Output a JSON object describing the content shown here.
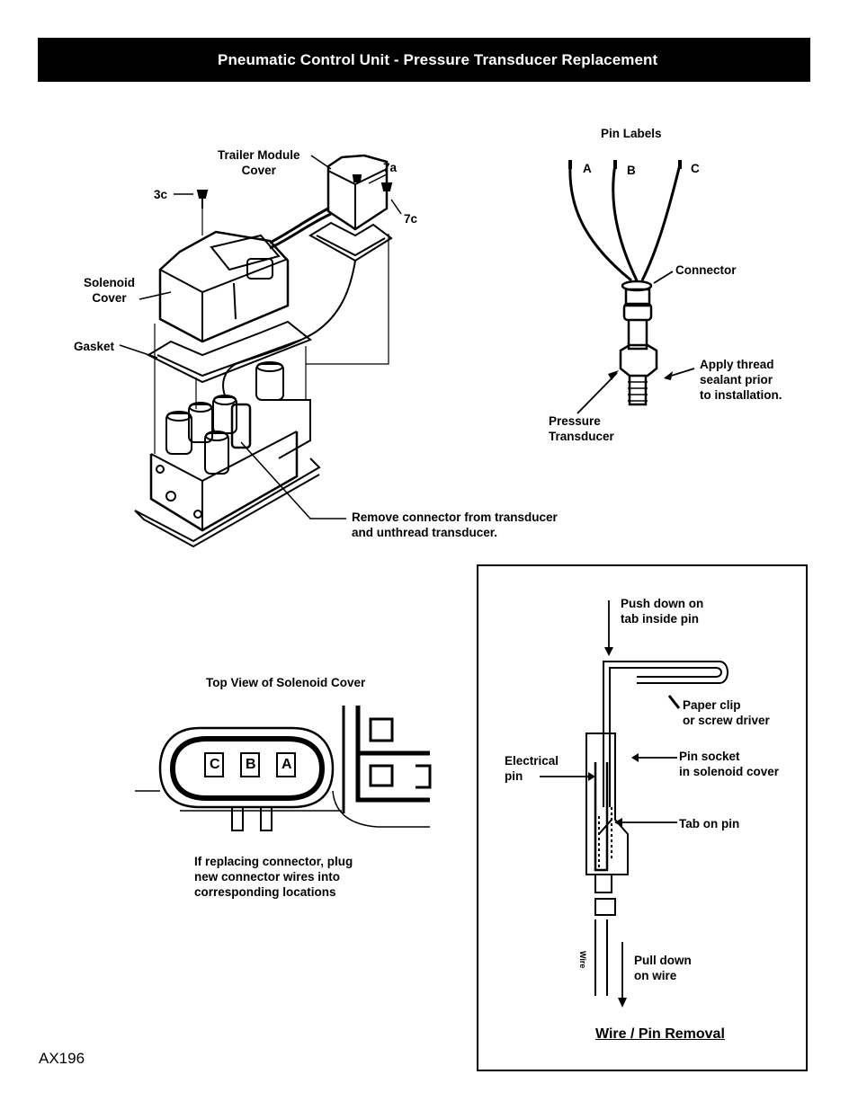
{
  "header": {
    "title": "Pneumatic Control Unit - Pressure Transducer Replacement"
  },
  "assembly": {
    "trailer_module_cover": "Trailer Module\nCover",
    "label_7a": "7a",
    "label_3c": "3c",
    "label_7c": "7c",
    "solenoid_cover": "Solenoid\nCover",
    "gasket": "Gasket",
    "remove_note": "Remove connector from transducer\nand unthread transducer."
  },
  "transducer": {
    "pin_labels": "Pin Labels",
    "pin_a": "A",
    "pin_b": "B",
    "pin_c": "C",
    "connector": "Connector",
    "thread_note": "Apply thread\nsealant prior\nto installation.",
    "pressure_transducer": "Pressure\nTransducer"
  },
  "top_view": {
    "title": "Top View of Solenoid Cover",
    "sockets": [
      "C",
      "B",
      "A"
    ],
    "note": "If replacing connector, plug\nnew connector wires into\ncorresponding locations"
  },
  "pin_removal": {
    "push_down": "Push down on\ntab inside pin",
    "paper_clip": "Paper clip\nor screw driver",
    "electrical_pin": "Electrical\npin",
    "pin_socket": "Pin socket\nin solenoid cover",
    "tab_on_pin": "Tab on pin",
    "pull_down": "Pull down\non wire",
    "wire_text": "Wire",
    "title": "Wire / Pin Removal"
  },
  "footer": {
    "page_id": "AX196"
  }
}
